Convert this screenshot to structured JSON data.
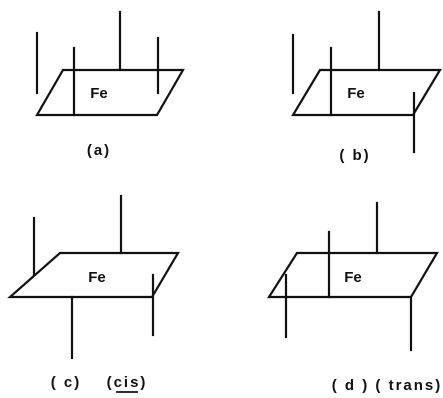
{
  "atom_label": "Fe",
  "panels": [
    {
      "id": "a",
      "caption": "(a)",
      "caption_extra": ""
    },
    {
      "id": "b",
      "caption": "( b)",
      "caption_extra": ""
    },
    {
      "id": "c",
      "caption": "( c)",
      "caption_extra": "(cis)"
    },
    {
      "id": "d",
      "caption": "( d ) ( trans)",
      "caption_extra": ""
    }
  ]
}
